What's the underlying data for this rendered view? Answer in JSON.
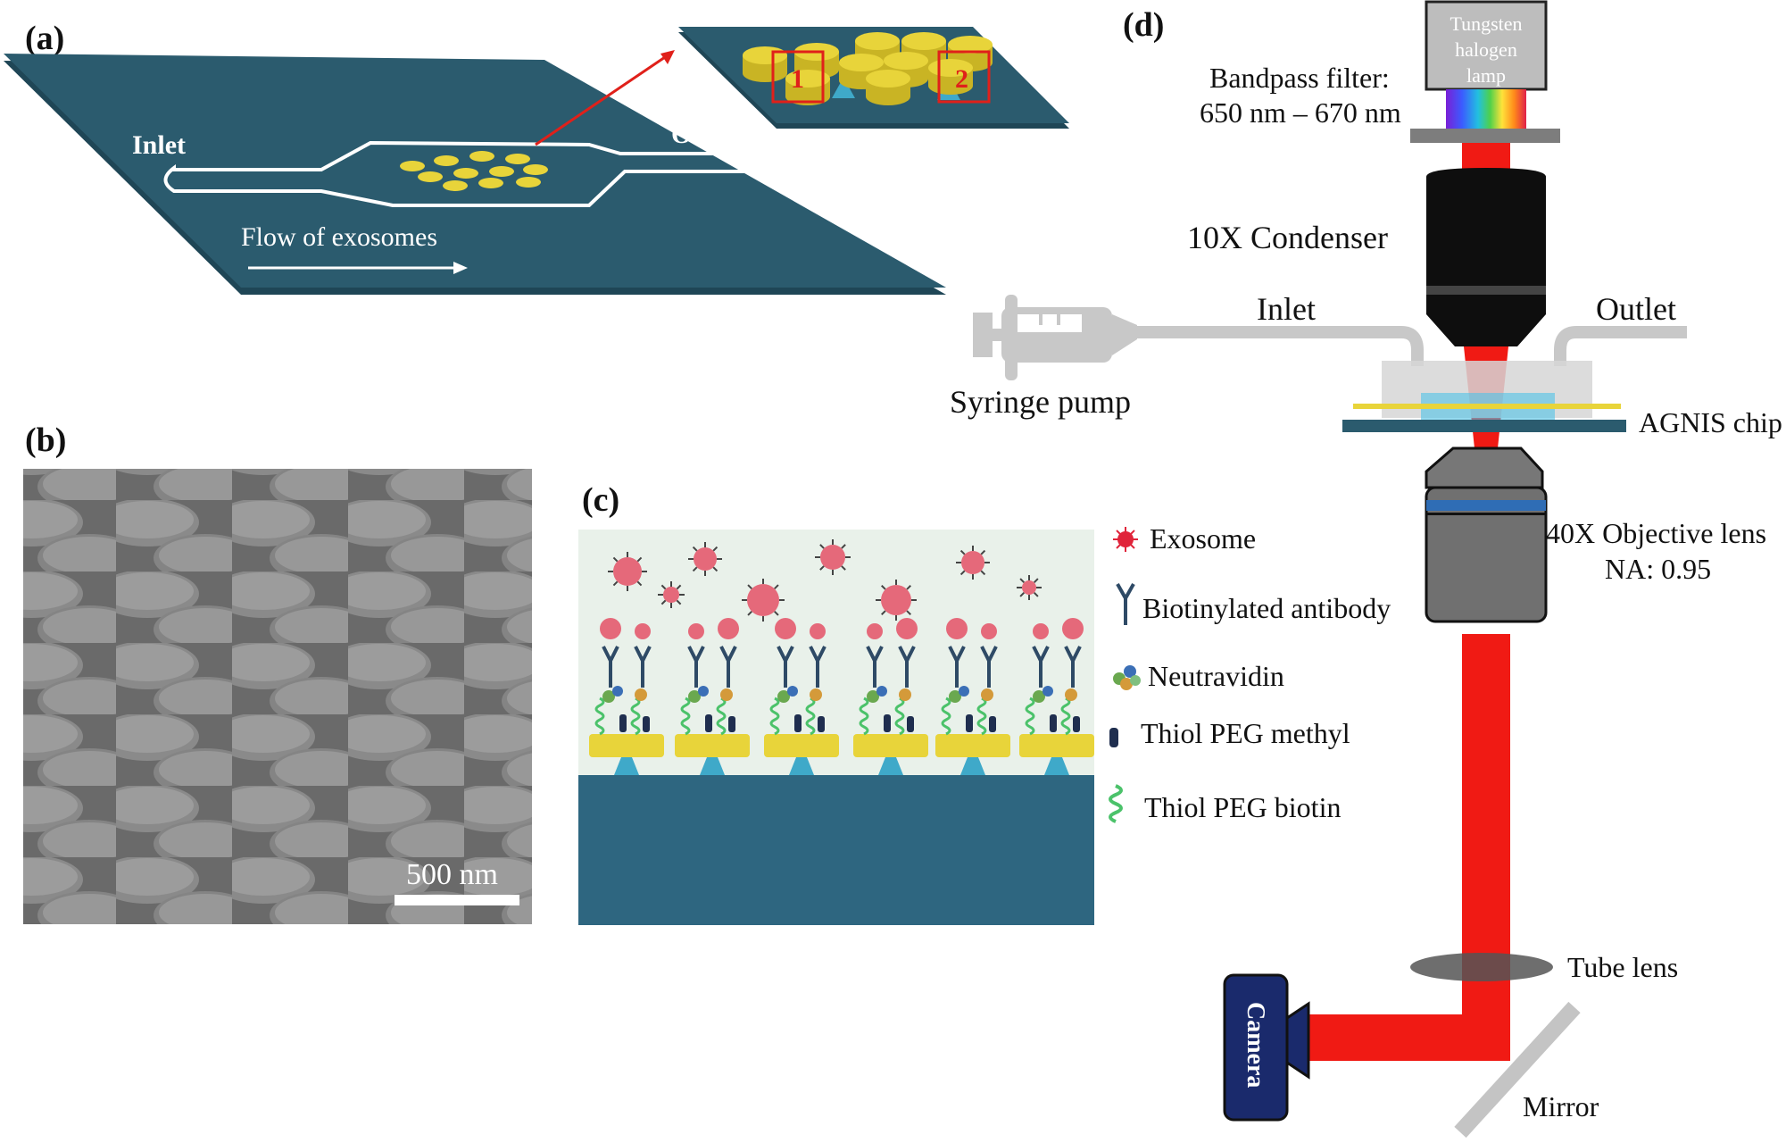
{
  "panels": {
    "a": {
      "letter": "(a)",
      "inlet": "Inlet",
      "outlet": "Outlet",
      "flow": "Flow of exosomes",
      "box1": "1",
      "box2": "2"
    },
    "b": {
      "letter": "(b)",
      "scale_bar": "500 nm"
    },
    "c": {
      "letter": "(c)",
      "legend": [
        {
          "label": "Exosome"
        },
        {
          "label": "Biotinylated antibody"
        },
        {
          "label": "Neutravidin"
        },
        {
          "label": "Thiol PEG methyl"
        },
        {
          "label": "Thiol PEG biotin"
        }
      ]
    },
    "d": {
      "letter": "(d)",
      "lamp": [
        "Tungsten",
        "halogen",
        "lamp"
      ],
      "filter": [
        "Bandpass filter:",
        "650 nm – 670 nm"
      ],
      "condenser": "10X Condenser",
      "inlet": "Inlet",
      "outlet": "Outlet",
      "syringe": "Syringe pump",
      "chip": "AGNIS chip",
      "objective": [
        "40X Objective lens",
        "NA: 0.95"
      ],
      "tube_lens": "Tube lens",
      "camera": "Camera",
      "mirror": "Mirror"
    }
  },
  "colors": {
    "substrate": "#2b5b6e",
    "disk": "#e8d43a",
    "pillar": "#3fa9c9",
    "beam": "#f01a14",
    "exosome": "#e5697a",
    "camera": "#1a2a6c",
    "pump": "#c8c8c8"
  }
}
